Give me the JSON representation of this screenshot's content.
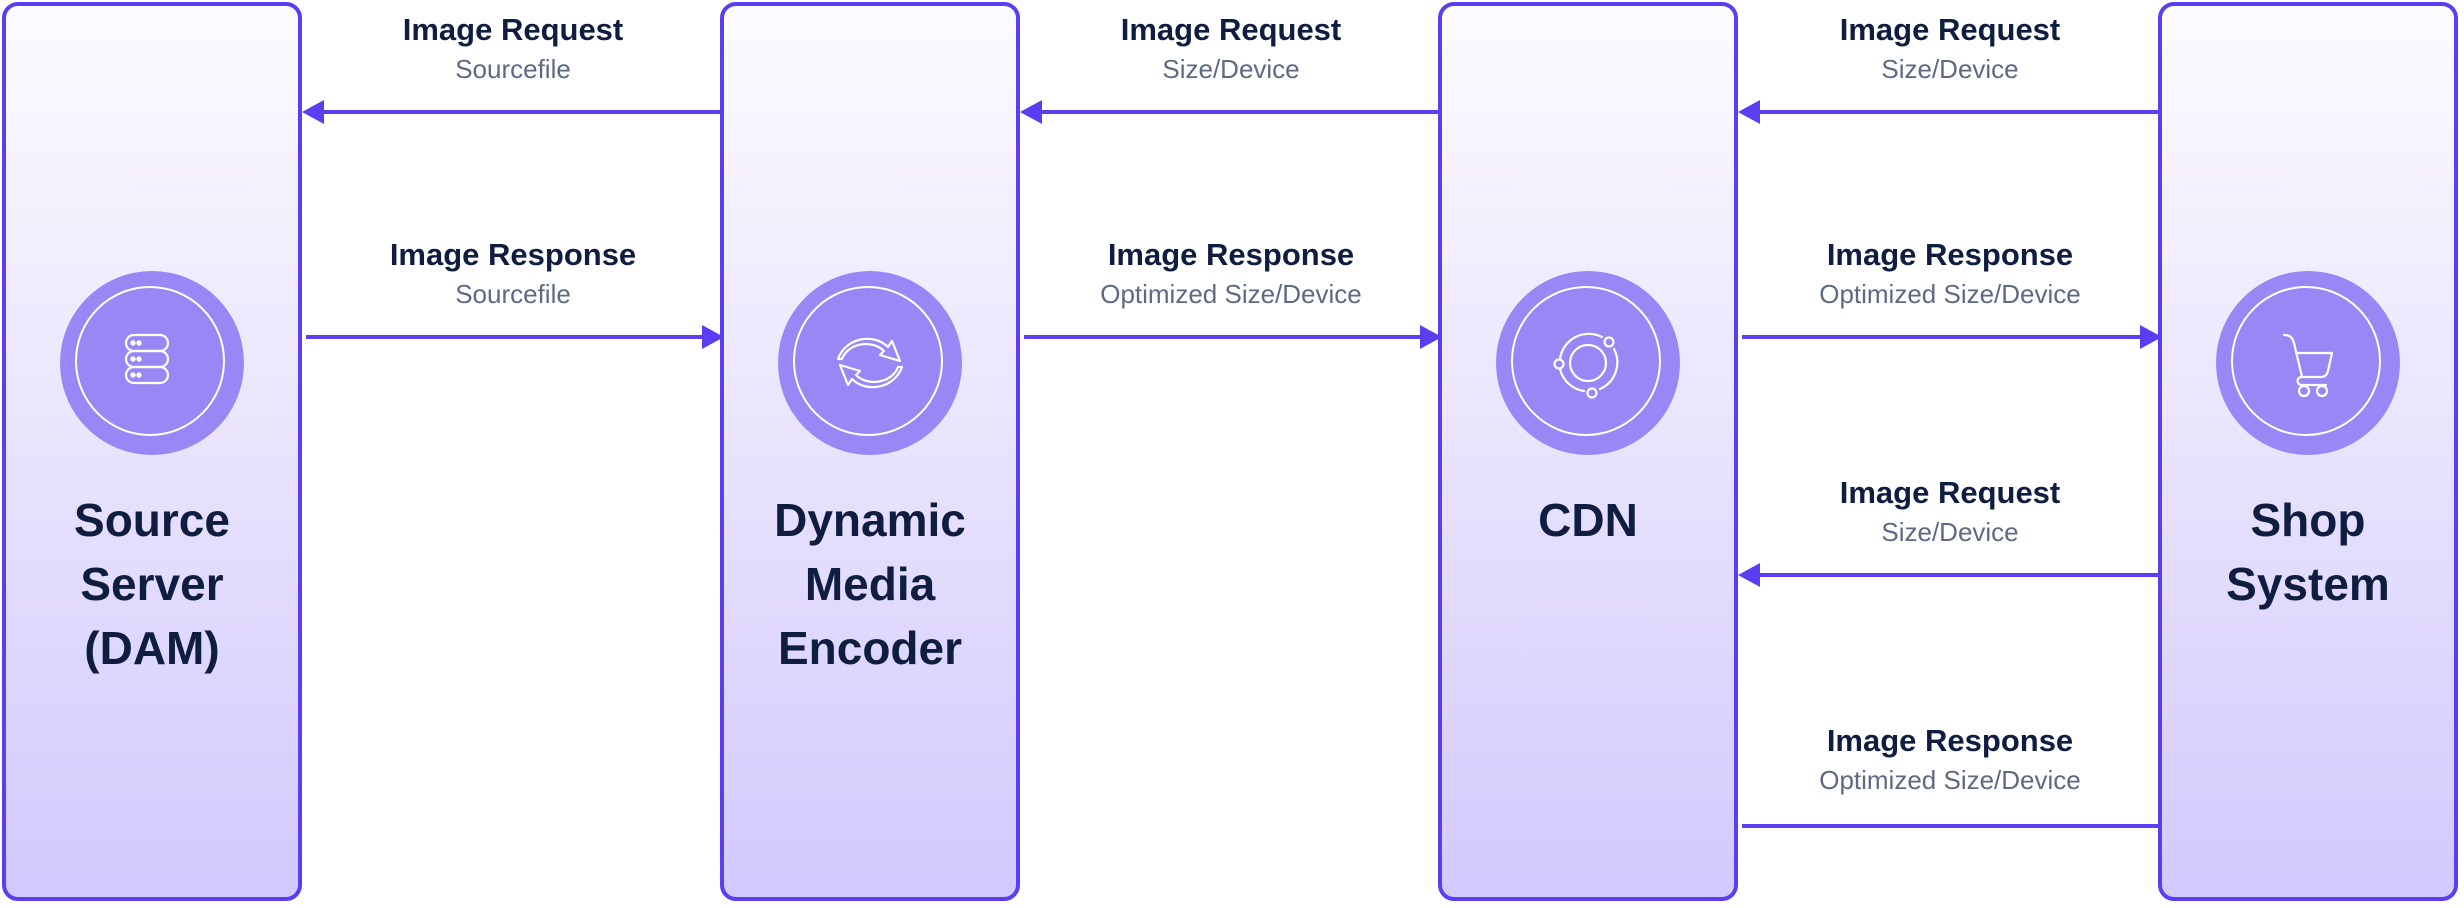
{
  "colors": {
    "accent": "#5b3ef2",
    "badge": "#9888f5",
    "title_text": "#0f1d40",
    "sub_text": "#5e6a82"
  },
  "nodes": [
    {
      "id": "source-server",
      "title": "Source\nServer\n(DAM)",
      "icon": "server-stack-icon"
    },
    {
      "id": "dynamic-media-encoder",
      "title": "Dynamic\nMedia\nEncoder",
      "icon": "refresh-arrows-icon"
    },
    {
      "id": "cdn",
      "title": "CDN",
      "icon": "orbit-network-icon"
    },
    {
      "id": "shop-system",
      "title": "Shop\nSystem",
      "icon": "shopping-cart-icon"
    }
  ],
  "flows": [
    {
      "from": "Dynamic Media Encoder",
      "to": "Source Server (DAM)",
      "label": "Image Request",
      "detail": "Sourcefile",
      "direction": "left"
    },
    {
      "from": "Source Server (DAM)",
      "to": "Dynamic Media Encoder",
      "label": "Image Response",
      "detail": "Sourcefile",
      "direction": "right"
    },
    {
      "from": "CDN",
      "to": "Dynamic Media Encoder",
      "label": "Image Request",
      "detail": "Size/Device",
      "direction": "left"
    },
    {
      "from": "Dynamic Media Encoder",
      "to": "CDN",
      "label": "Image Response",
      "detail": "Optimized Size/Device",
      "direction": "right"
    },
    {
      "from": "Shop System",
      "to": "CDN",
      "label": "Image Request",
      "detail": "Size/Device",
      "direction": "left"
    },
    {
      "from": "CDN",
      "to": "Shop System",
      "label": "Image Response",
      "detail": "Optimized Size/Device",
      "direction": "right"
    },
    {
      "from": "Shop System",
      "to": "CDN",
      "label": "Image Request",
      "detail": "Size/Device",
      "direction": "left"
    },
    {
      "from": "CDN",
      "to": "Shop System",
      "label": "Image Response",
      "detail": "Optimized Size/Device",
      "direction": "none"
    }
  ]
}
